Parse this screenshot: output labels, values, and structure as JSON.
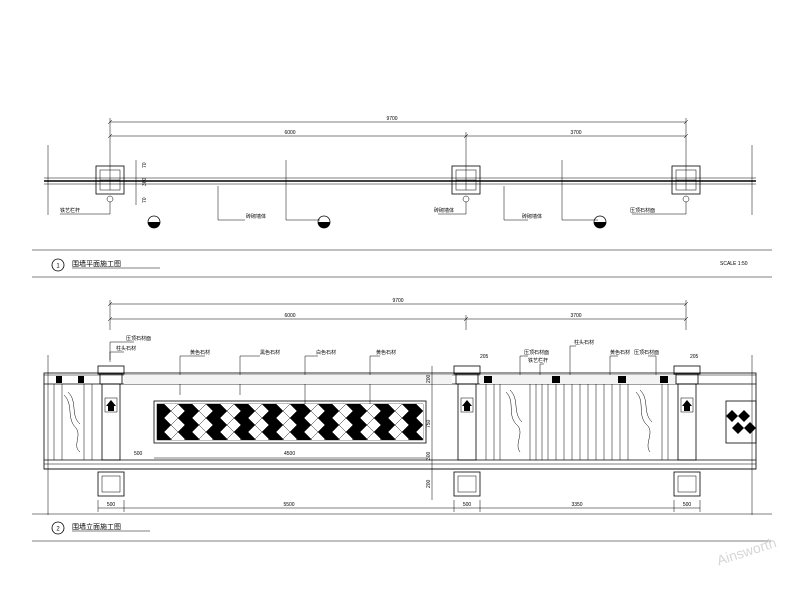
{
  "plan": {
    "title": "围墙平面施工图",
    "number": "1",
    "scale": "SCALE 1:50",
    "dims": {
      "total": "9700",
      "left": "6000",
      "right": "3700",
      "post_a": "70",
      "post_b": "360",
      "post_c": "70"
    },
    "labels": [
      "铁艺栏杆",
      "砖砌墙体",
      "砖砌墙体",
      "砖砌墙体",
      "压顶石材面"
    ]
  },
  "elevation": {
    "title": "围墙立面施工图",
    "number": "2",
    "dims": {
      "total": "9700",
      "left": "6000",
      "right": "3700",
      "bottom": [
        "500",
        "5500",
        "500",
        "3350",
        "500"
      ],
      "panel_width": "4500",
      "panel_left_gap": "500",
      "heights": [
        "200",
        "750",
        "300",
        "200"
      ],
      "post_top": "205"
    },
    "labels_top": [
      "压顶石材面",
      "柱头石材",
      "黄色石材",
      "黑色石材",
      "白色石材",
      "黄色石材"
    ],
    "labels_right": [
      "压顶石材面",
      "柱头石材",
      "黄色石材",
      "铁艺栏杆",
      "压顶石材面"
    ]
  },
  "watermark": "Ainsworth"
}
